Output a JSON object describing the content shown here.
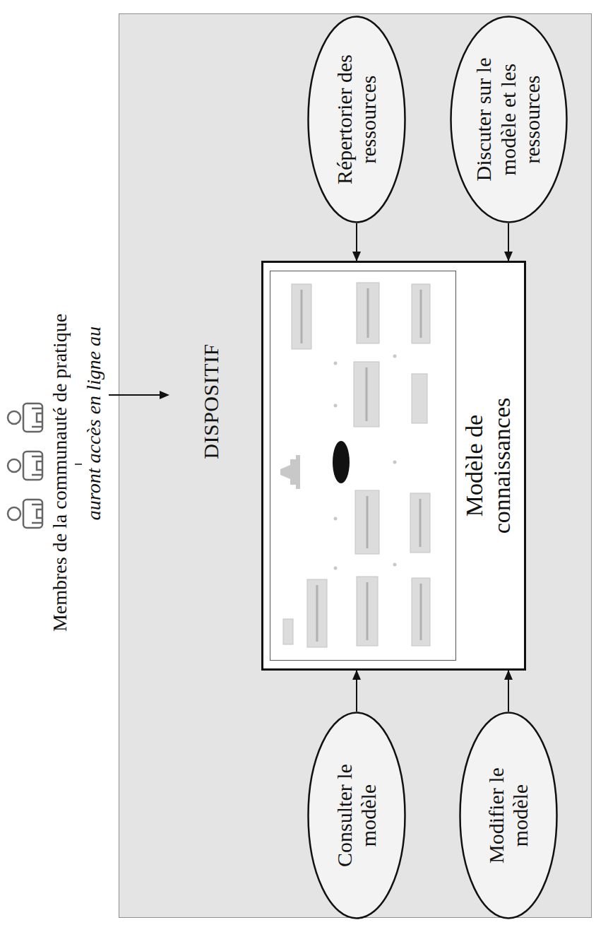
{
  "diagram": {
    "nodes": [
      {
        "text": [
          "DISPOSITIF"
        ]
      },
      {
        "text": [
          "Modèle de connaissances"
        ],
        "in": 0
      },
      {
        "text": [
          "Répertorier des ressources"
        ],
        "in": 0
      },
      {
        "text": [
          "Discuter sur le modèle et les ressources"
        ],
        "in": 0
      },
      {
        "text": [
          "Consulter le modèle"
        ],
        "in": 0
      },
      {
        "text": [
          "Modifier le modèle"
        ],
        "in": 0
      }
    ],
    "edges": [
      {
        "from": 2,
        "to": 1,
        "arrow": "to"
      },
      {
        "from": 3,
        "to": 1,
        "arrow": "to"
      },
      {
        "from": 4,
        "to": 1,
        "arrow": "to"
      },
      {
        "from": 5,
        "to": 1,
        "arrow": "to"
      }
    ],
    "labels": [
      "Membres de la communauté de pratique",
      "auront accès en ligne au"
    ]
  }
}
